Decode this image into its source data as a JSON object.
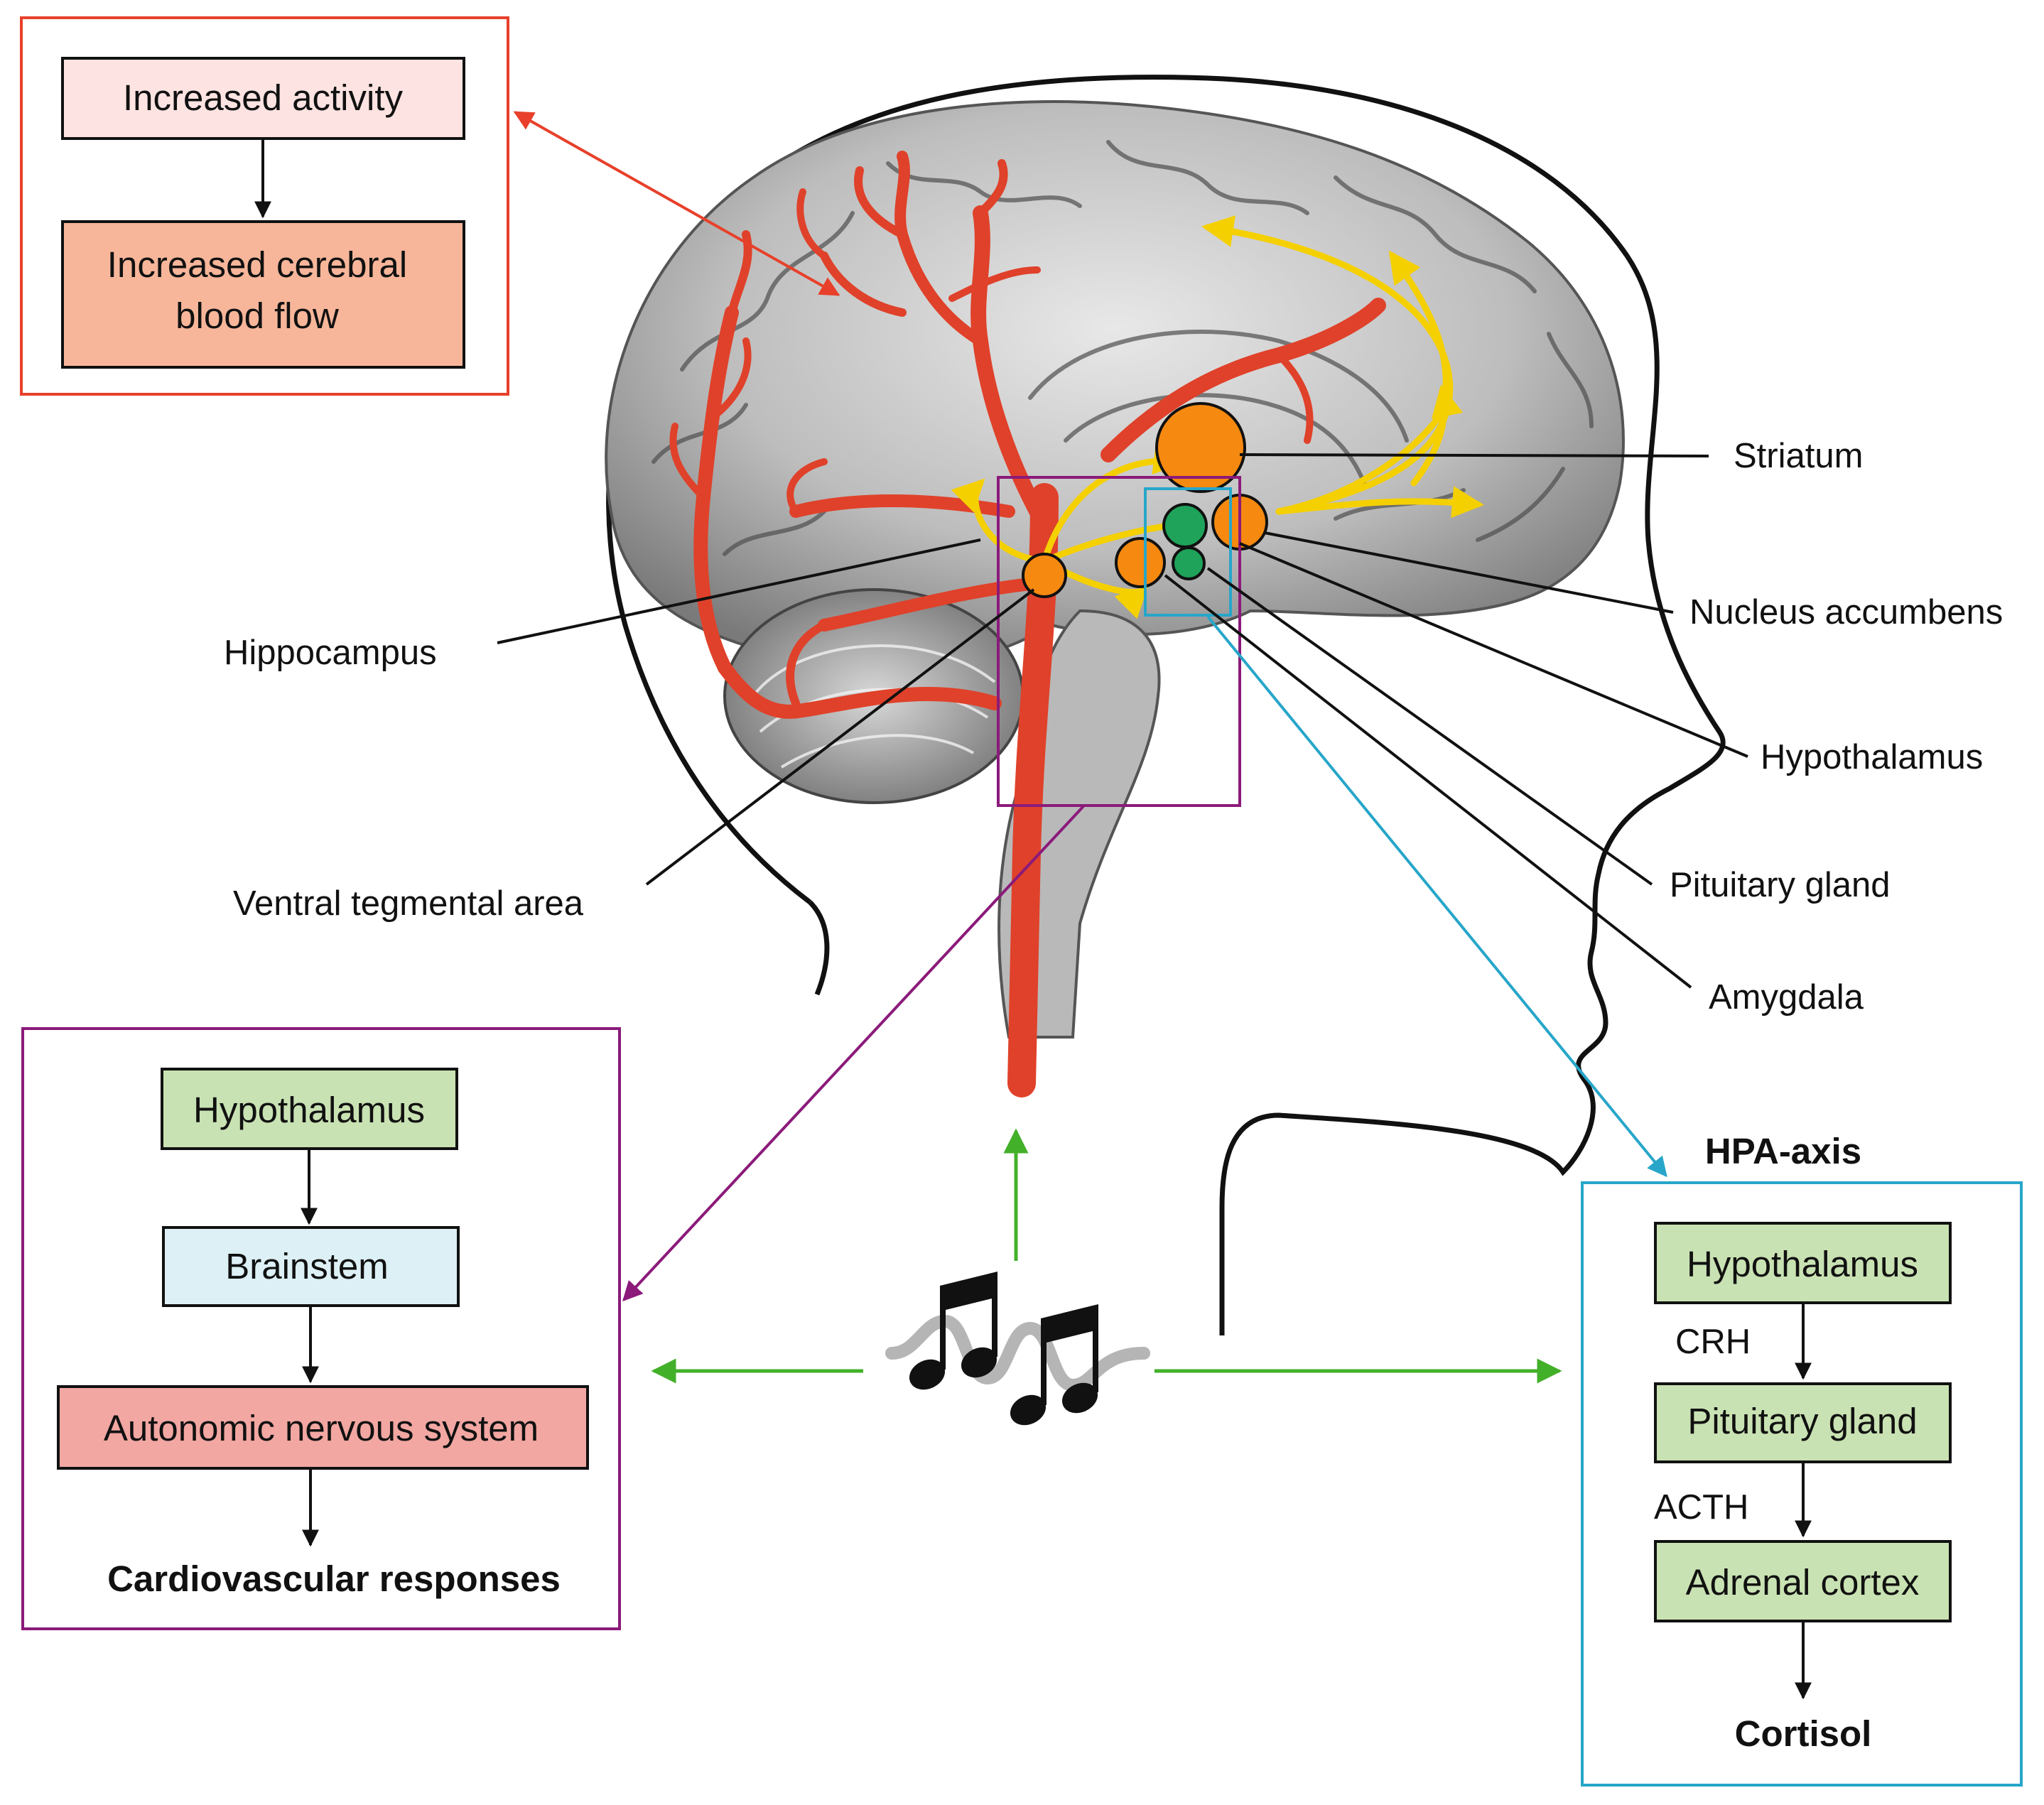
{
  "colors": {
    "red_box": "#e8402a",
    "purple_box": "#8b1a7a",
    "blue_box": "#27a6c9",
    "green_arrow": "#43b02a",
    "artery_red": "#e0412a",
    "yellow_pathway": "#f5d000",
    "orange_nucleus": "#f6890f",
    "green_nucleus": "#1fa35a",
    "fill_pink_light": "#fde3e1",
    "fill_salmon": "#f7b69a",
    "fill_green": "#c9e2b3",
    "fill_cyan_light": "#dcf0f5",
    "fill_rose": "#f2a7a2"
  },
  "top_left_box": {
    "box1": "Increased activity",
    "box2_line1": "Increased cerebral",
    "box2_line2": "blood flow"
  },
  "brain_labels": {
    "striatum": "Striatum",
    "nucleus_accumbens": "Nucleus accumbens",
    "hypothalamus": "Hypothalamus",
    "pituitary_gland": "Pituitary gland",
    "amygdala": "Amygdala",
    "hippocampus": "Hippocampus",
    "ventral_tegmental_area": "Ventral tegmental area"
  },
  "autonomic_box": {
    "step1": "Hypothalamus",
    "step2": "Brainstem",
    "step3": "Autonomic nervous system",
    "result": "Cardiovascular responses"
  },
  "hpa_box": {
    "title": "HPA-axis",
    "step1": "Hypothalamus",
    "hormone1": "CRH",
    "step2": "Pituitary gland",
    "hormone2": "ACTH",
    "step3": "Adrenal cortex",
    "result": "Cortisol"
  },
  "icons": {
    "music": "music-notes-icon"
  }
}
